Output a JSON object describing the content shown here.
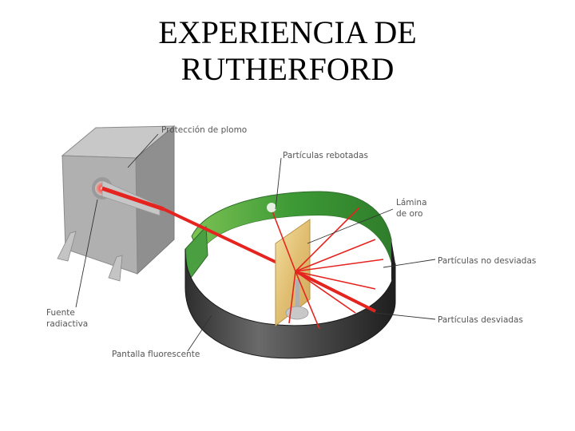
{
  "title": {
    "line1": "EXPERIENCIA DE",
    "line2": "RUTHERFORD"
  },
  "labels": {
    "lead": "Protección de plomo",
    "rebound": "Partículas rebotadas",
    "gold_line1": "Lámina",
    "gold_line2": "de oro",
    "undeviated": "Partículas no desviadas",
    "deviated": "Partículas desviadas",
    "source_line1": "Fuente",
    "source_line2": "radiactiva",
    "screen": "Pantalla fluorescente"
  },
  "colors": {
    "beam": "#e52420",
    "screen_inner": "#3aa335",
    "screen_outer": "#4a4a4a",
    "foil": "#e8c878",
    "lead_box": "#a8a8a8"
  }
}
